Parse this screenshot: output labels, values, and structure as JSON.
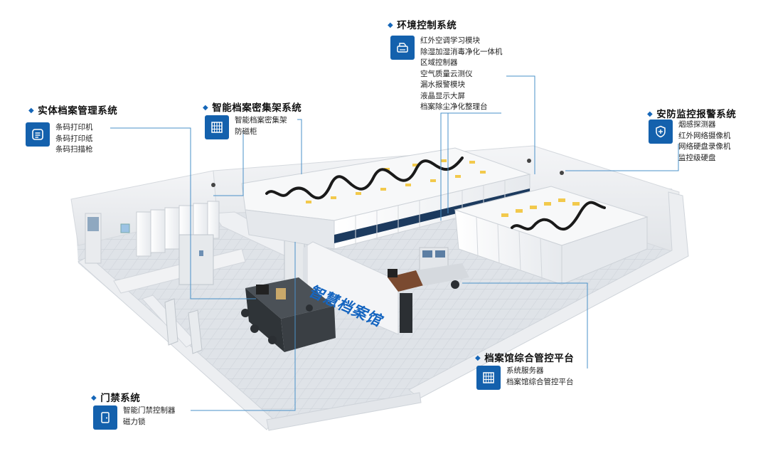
{
  "systems": [
    {
      "id": "physical-archive",
      "title": "实体档案管理系统",
      "icon": "file-icon",
      "items": [
        "条码打印机",
        "条码打印纸",
        "条码扫描枪"
      ]
    },
    {
      "id": "smart-shelving",
      "title": "智能档案密集架系统",
      "icon": "shelf-grid-icon",
      "items": [
        "智能档案密集架",
        "防磁柜"
      ]
    },
    {
      "id": "environment",
      "title": "环境控制系统",
      "icon": "printer-icon",
      "items": [
        "红外空调学习模块",
        "除湿加湿消毒净化一体机",
        "区域控制器",
        "空气质量云测仪",
        "漏水报警模块",
        "液晶显示大屏",
        "档案除尘净化整理台"
      ]
    },
    {
      "id": "security",
      "title": "安防监控报警系统",
      "icon": "shield-icon",
      "items": [
        "烟感探测器",
        "红外网络摄像机",
        "网络硬盘录像机",
        "监控级硬盘"
      ]
    },
    {
      "id": "management-platform",
      "title": "档案馆综合管控平台",
      "icon": "server-grid-icon",
      "items": [
        "系统服务器",
        "档案馆综合管控平台"
      ]
    },
    {
      "id": "access-control",
      "title": "门禁系统",
      "icon": "door-icon",
      "items": [
        "智能门禁控制器",
        "磁力锁"
      ]
    }
  ],
  "room_sign": "智慧档案馆",
  "colors": {
    "accent": "#1461ad",
    "leader_line": "#4a90c8",
    "wall": "#e9ecef",
    "floor": "#d9dde2",
    "shelf_light": "#f2c94c"
  }
}
